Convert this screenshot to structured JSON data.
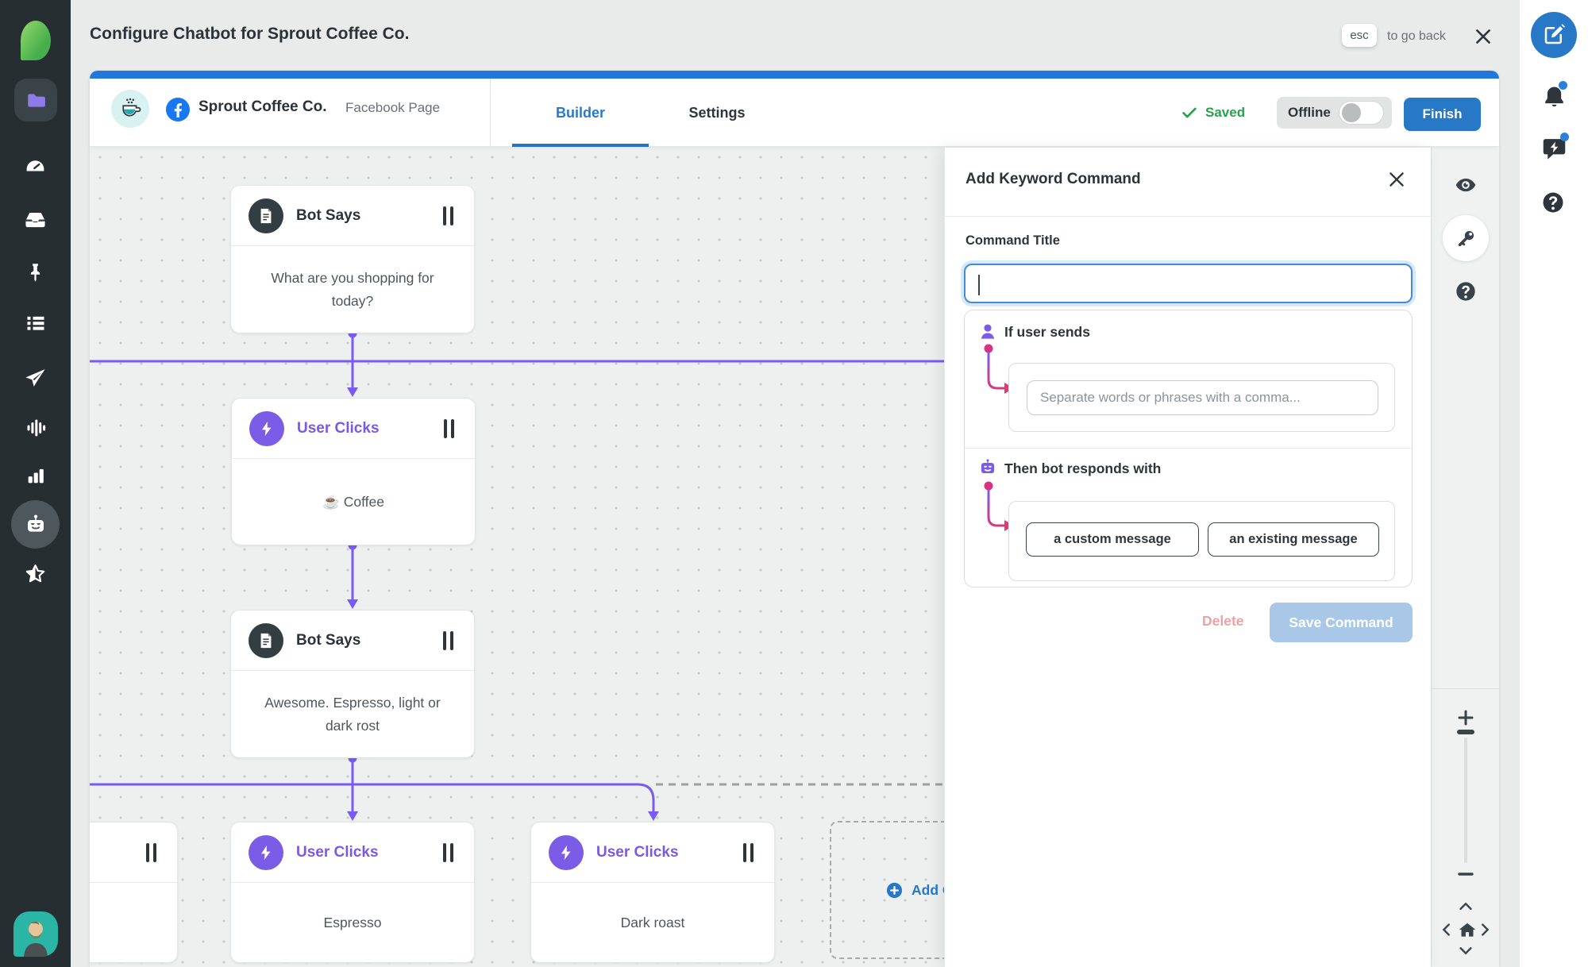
{
  "page": {
    "title": "Configure Chatbot for Sprout Coffee Co.",
    "esc_key": "esc",
    "esc_hint": "to go back"
  },
  "left_sidebar": {
    "items": [
      "sprout-logo",
      "plan-folder",
      "dashboard",
      "inbox",
      "pin",
      "lists",
      "publish",
      "listening",
      "reports",
      "bot-builder",
      "reviews",
      "user-avatar"
    ]
  },
  "header": {
    "brand_name": "Sprout Coffee Co.",
    "brand_type": "Facebook Page",
    "tabs": [
      {
        "label": "Builder",
        "active": true
      },
      {
        "label": "Settings",
        "active": false
      }
    ],
    "saved_label": "Saved",
    "offline_label": "Offline",
    "toggle_state": "off",
    "finish_label": "Finish"
  },
  "canvas": {
    "nodes": [
      {
        "type": "bot",
        "title": "Bot Says",
        "body": "What are you shopping for today?"
      },
      {
        "type": "user",
        "title": "User Clicks",
        "body": "☕ Coffee"
      },
      {
        "type": "bot",
        "title": "Bot Says",
        "body": "Awesome. Espresso, light or dark rost"
      },
      {
        "type": "user",
        "title": "User Clicks",
        "body": "Espresso"
      },
      {
        "type": "user",
        "title": "User Clicks",
        "body": "Dark roast"
      },
      {
        "type": "partial",
        "title": "",
        "body": ""
      }
    ],
    "add_label": "Add C"
  },
  "panel": {
    "title": "Add Keyword Command",
    "command_title_label": "Command Title",
    "command_title_value": "",
    "sections": [
      {
        "label": "If user sends",
        "placeholder": "Separate words or phrases with a comma..."
      },
      {
        "label": "Then bot responds with",
        "buttons": [
          "a custom message",
          "an existing message"
        ]
      }
    ],
    "delete_label": "Delete",
    "save_label": "Save Command"
  },
  "icons": [
    "sprout-leaf",
    "folder",
    "dashboard-gauge",
    "inbox-tray",
    "pushpin",
    "bullet-list",
    "paper-plane",
    "waveform",
    "bar-chart",
    "robot",
    "star-half",
    "coffee-cup",
    "facebook",
    "check",
    "close-x",
    "eye",
    "key",
    "question-circle",
    "plus",
    "minus",
    "chevron-up",
    "chevron-down",
    "chevron-left",
    "chevron-right",
    "home",
    "bell",
    "compose-pencil",
    "assist-bubble",
    "person",
    "plus-circle",
    "drag-handle"
  ],
  "colors": {
    "accent_blue": "#2277dd",
    "link_blue": "#2878c8",
    "purple": "#7b5ce6",
    "connector_purple": "#7a5af5",
    "pink": "#e03a78",
    "green": "#2aa14e",
    "sidebar_dark": "#262e32",
    "canvas_bg": "#eef0ef",
    "disabled_save": "#a9c8e8",
    "delete_red": "#eda2a2"
  }
}
